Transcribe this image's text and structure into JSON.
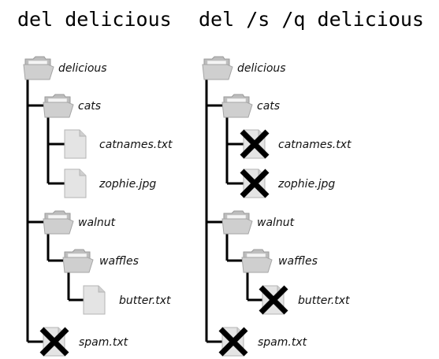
{
  "titles": {
    "left": "del delicious",
    "right": "del /s /q delicious"
  },
  "panels": [
    {
      "id": "left",
      "items": [
        {
          "label": "delicious",
          "kind": "folder",
          "deleted": false
        },
        {
          "label": "cats",
          "kind": "folder",
          "deleted": false
        },
        {
          "label": "catnames.txt",
          "kind": "file",
          "deleted": false
        },
        {
          "label": "zophie.jpg",
          "kind": "file",
          "deleted": false
        },
        {
          "label": "walnut",
          "kind": "folder",
          "deleted": false
        },
        {
          "label": "waffles",
          "kind": "folder",
          "deleted": false
        },
        {
          "label": "butter.txt",
          "kind": "file",
          "deleted": false
        },
        {
          "label": "spam.txt",
          "kind": "file",
          "deleted": true
        }
      ]
    },
    {
      "id": "right",
      "items": [
        {
          "label": "delicious",
          "kind": "folder",
          "deleted": false
        },
        {
          "label": "cats",
          "kind": "folder",
          "deleted": false
        },
        {
          "label": "catnames.txt",
          "kind": "file",
          "deleted": true
        },
        {
          "label": "zophie.jpg",
          "kind": "file",
          "deleted": true
        },
        {
          "label": "walnut",
          "kind": "folder",
          "deleted": false
        },
        {
          "label": "waffles",
          "kind": "folder",
          "deleted": false
        },
        {
          "label": "butter.txt",
          "kind": "file",
          "deleted": true
        },
        {
          "label": "spam.txt",
          "kind": "file",
          "deleted": true
        }
      ]
    }
  ]
}
